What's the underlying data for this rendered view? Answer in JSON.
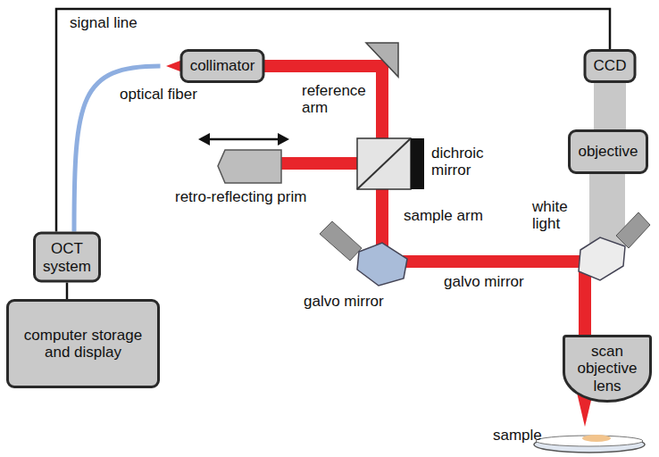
{
  "diagram": {
    "nodes": [
      {
        "text": [
          "collimator"
        ]
      },
      {
        "text": [
          "CCD"
        ]
      },
      {
        "text": [
          "objective"
        ]
      },
      {
        "text": [
          "OCT system"
        ]
      },
      {
        "text": [
          "computer storage and display"
        ]
      },
      {
        "text": [
          "scan objective lens"
        ]
      }
    ],
    "edges": [
      {
        "from": 1,
        "to": 3,
        "arrow": "none",
        "label": "signal line"
      },
      {
        "from": 3,
        "to": 0,
        "arrow": "none",
        "label": "optical fiber"
      },
      {
        "from": 1,
        "to": 2,
        "arrow": "none"
      },
      {
        "from": 3,
        "to": 4,
        "arrow": "none"
      }
    ],
    "labels": [
      "reference arm",
      "dichroic mirror",
      "retro-reflecting prim",
      "sample arm",
      "white light",
      "galvo mirror",
      "galvo mirror",
      "sample"
    ]
  }
}
